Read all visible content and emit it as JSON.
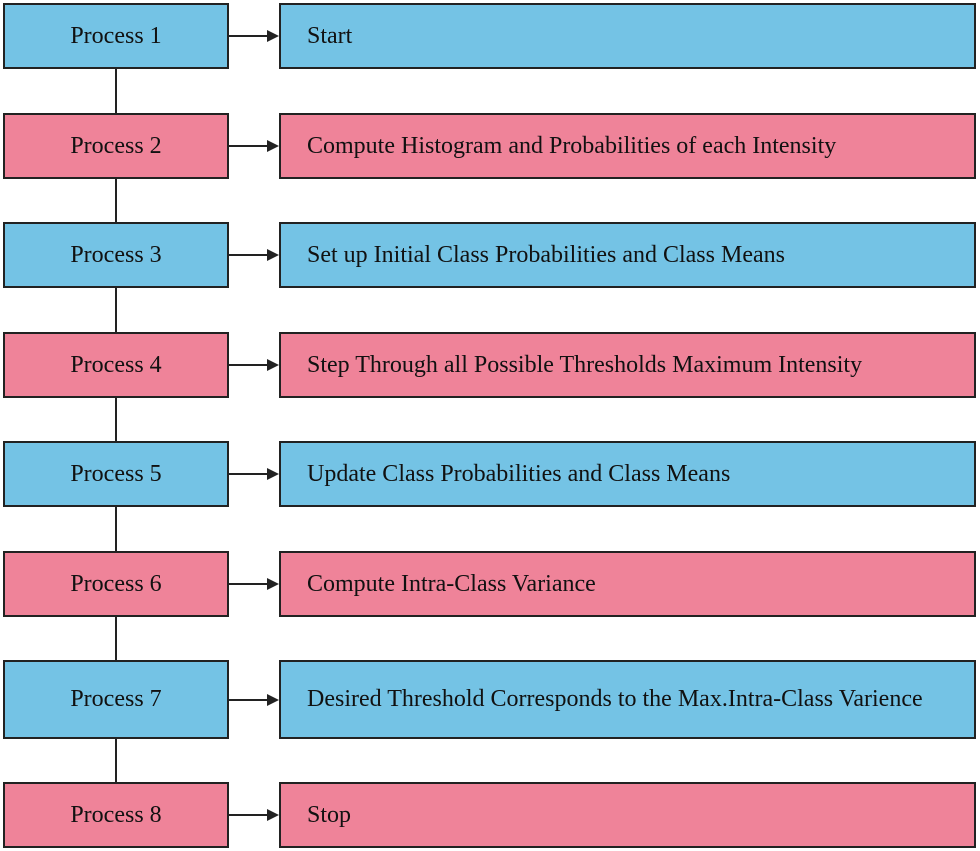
{
  "colors": {
    "blue": "#74c3e5",
    "pink": "#ef8399",
    "border": "#222222"
  },
  "steps": [
    {
      "process": "Process 1",
      "description": "Start",
      "color": "blue"
    },
    {
      "process": "Process 2",
      "description": "Compute Histogram and Probabilities of each Intensity",
      "color": "pink"
    },
    {
      "process": "Process 3",
      "description": "Set up Initial Class Probabilities and Class Means",
      "color": "blue"
    },
    {
      "process": "Process 4",
      "description": "Step Through all Possible Thresholds Maximum Intensity",
      "color": "pink"
    },
    {
      "process": "Process 5",
      "description": "Update Class Probabilities and Class Means",
      "color": "blue"
    },
    {
      "process": "Process 6",
      "description": "Compute Intra-Class Variance",
      "color": "pink"
    },
    {
      "process": "Process 7",
      "description": "Desired Threshold Corresponds to the Max.Intra-Class Varience",
      "color": "blue"
    },
    {
      "process": "Process 8",
      "description": "Stop",
      "color": "pink"
    }
  ]
}
